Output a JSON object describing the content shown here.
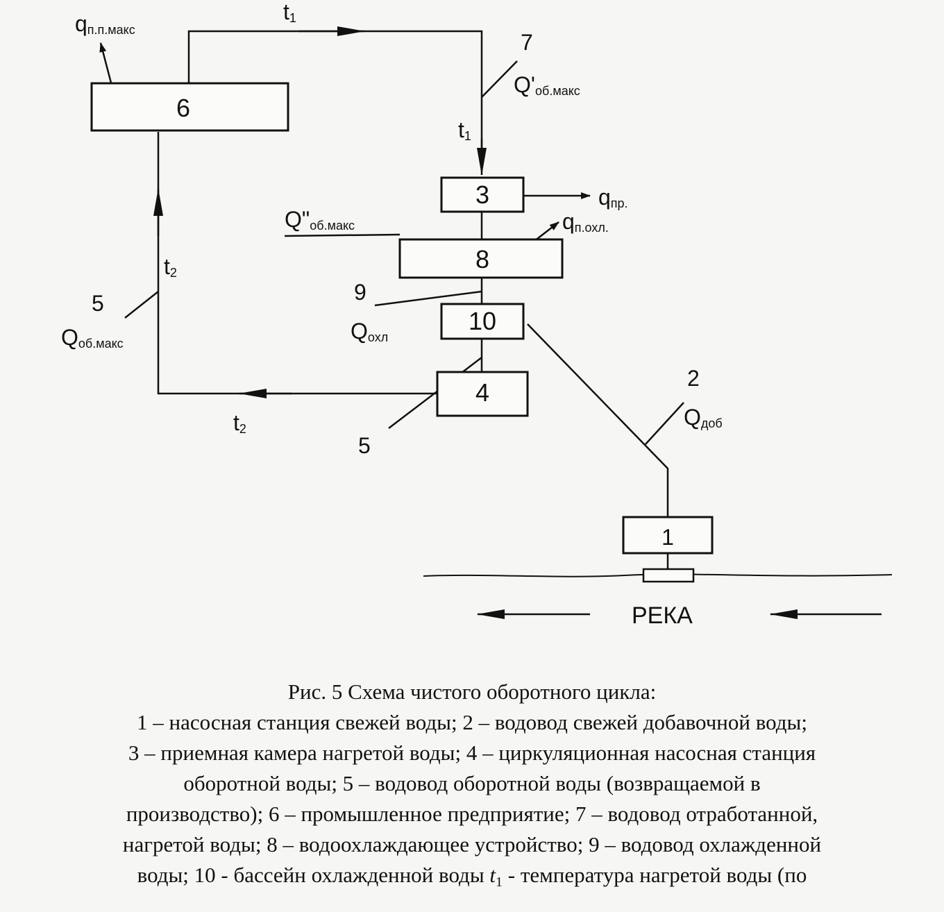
{
  "blocks": {
    "b6": "6",
    "b3": "3",
    "b8": "8",
    "b10": "10",
    "b4": "4",
    "b1": "1"
  },
  "labels": {
    "q_pp": {
      "main": "q",
      "sub": "п.п.макс"
    },
    "t1_top": {
      "main": "t",
      "sub": "1"
    },
    "num7": "7",
    "Qprime": {
      "main": "Q'",
      "sub": "об.макс"
    },
    "t1_mid": {
      "main": "t",
      "sub": "1"
    },
    "q_pr": {
      "main": "q",
      "sub": "пр."
    },
    "Qdbl": {
      "main": "Q\"",
      "sub": "об.макс"
    },
    "q_pohl": {
      "main": "q",
      "sub": "п.охл."
    },
    "num9": "9",
    "Q_ohl": {
      "main": "Q",
      "sub": "охл"
    },
    "t2_left": {
      "main": "t",
      "sub": "2"
    },
    "num5_left": "5",
    "Q_ob": {
      "main": "Q",
      "sub": "об.макс"
    },
    "num2": "2",
    "Q_dob": {
      "main": "Q",
      "sub": "доб"
    },
    "t2_bottom": {
      "main": "t",
      "sub": "2"
    },
    "num5_bottom": "5",
    "river": "РЕКА"
  },
  "caption": {
    "line1": "Рис. 5 Схема чистого оборотного цикла:",
    "line2": "1 – насосная станция свежей воды; 2 – водовод свежей добавочной воды;",
    "line3": "3 – приемная камера нагретой воды; 4 – циркуляционная насосная станция",
    "line4": "оборотной воды; 5 – водовод оборотной воды (возвращаемой в",
    "line5": "производство); 6 – промышленное предприятие; 7 – водовод отработанной,",
    "line6": "нагретой воды; 8 – водоохлаждающее устройство; 9 – водовод охлажденной",
    "line7a": "воды; 10 - бассейн охлажденной воды",
    "line7_var": "t",
    "line7_sub": "1",
    "line7b": "- температура нагретой воды (по"
  }
}
